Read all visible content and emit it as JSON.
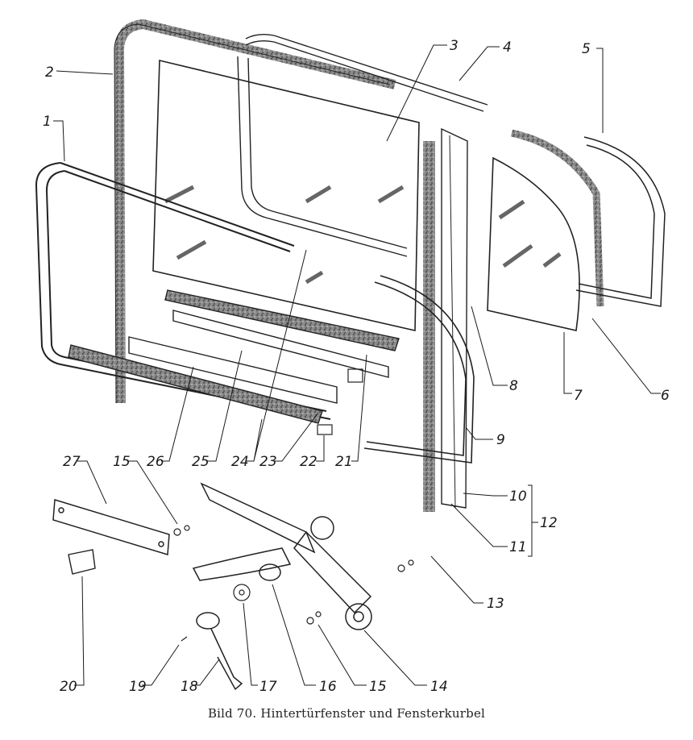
{
  "caption": "Bild 70. Hintertürfenster und Fensterkurbel",
  "callouts": {
    "n1": "1",
    "n2": "2",
    "n3": "3",
    "n4": "4",
    "n5": "5",
    "n6": "6",
    "n7": "7",
    "n8": "8",
    "n9": "9",
    "n10": "10",
    "n11": "11",
    "n12": "12",
    "n13": "13",
    "n14": "14",
    "n15a": "15",
    "n15b": "15",
    "n16": "16",
    "n17": "17",
    "n18": "18",
    "n19": "19",
    "n20": "20",
    "n21": "21",
    "n22": "22",
    "n23": "23",
    "n24": "24",
    "n25": "25",
    "n26": "26",
    "n27": "27"
  },
  "colors": {
    "ink": "#1a1a1a",
    "seal": "#555555",
    "paper": "#ffffff"
  }
}
